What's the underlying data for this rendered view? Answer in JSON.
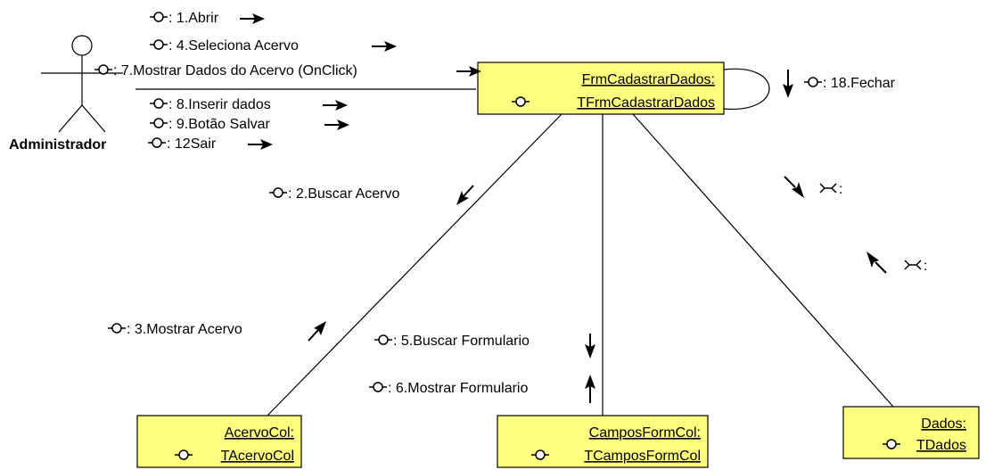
{
  "diagram": {
    "actor": {
      "name": "Administrador"
    },
    "objects": [
      {
        "id": "frm",
        "name": "FrmCadastrarDados:",
        "type": "TFrmCadastrarDados"
      },
      {
        "id": "acervo",
        "name": "AcervoCol:",
        "type": "TAcervoCol"
      },
      {
        "id": "campos",
        "name": "CamposFormCol:",
        "type": "TCamposFormCol"
      },
      {
        "id": "dados",
        "name": "Dados:",
        "type": "TDados"
      }
    ],
    "messages": [
      {
        "id": "m1",
        "label": ": 1.Abrir"
      },
      {
        "id": "m4",
        "label": ": 4.Seleciona Acervo"
      },
      {
        "id": "m7",
        "label": ": 7.Mostrar Dados do Acervo (OnClick)"
      },
      {
        "id": "m8",
        "label": ": 8.Inserir dados"
      },
      {
        "id": "m9",
        "label": ": 9.Botão Salvar"
      },
      {
        "id": "m12",
        "label": ": 12Sair"
      },
      {
        "id": "m18",
        "label": ": 18.Fechar"
      },
      {
        "id": "m2",
        "label": ": 2.Buscar Acervo"
      },
      {
        "id": "m3",
        "label": ": 3.Mostrar Acervo"
      },
      {
        "id": "m5",
        "label": ": 5.Buscar Formulario"
      },
      {
        "id": "m6",
        "label": ": 6.Mostrar Formulario"
      },
      {
        "id": "mA",
        "label": ":"
      },
      {
        "id": "mB",
        "label": ":"
      }
    ]
  },
  "colors": {
    "object_fill": "#ffff80",
    "stroke": "#000000",
    "background": "#ffffff"
  }
}
